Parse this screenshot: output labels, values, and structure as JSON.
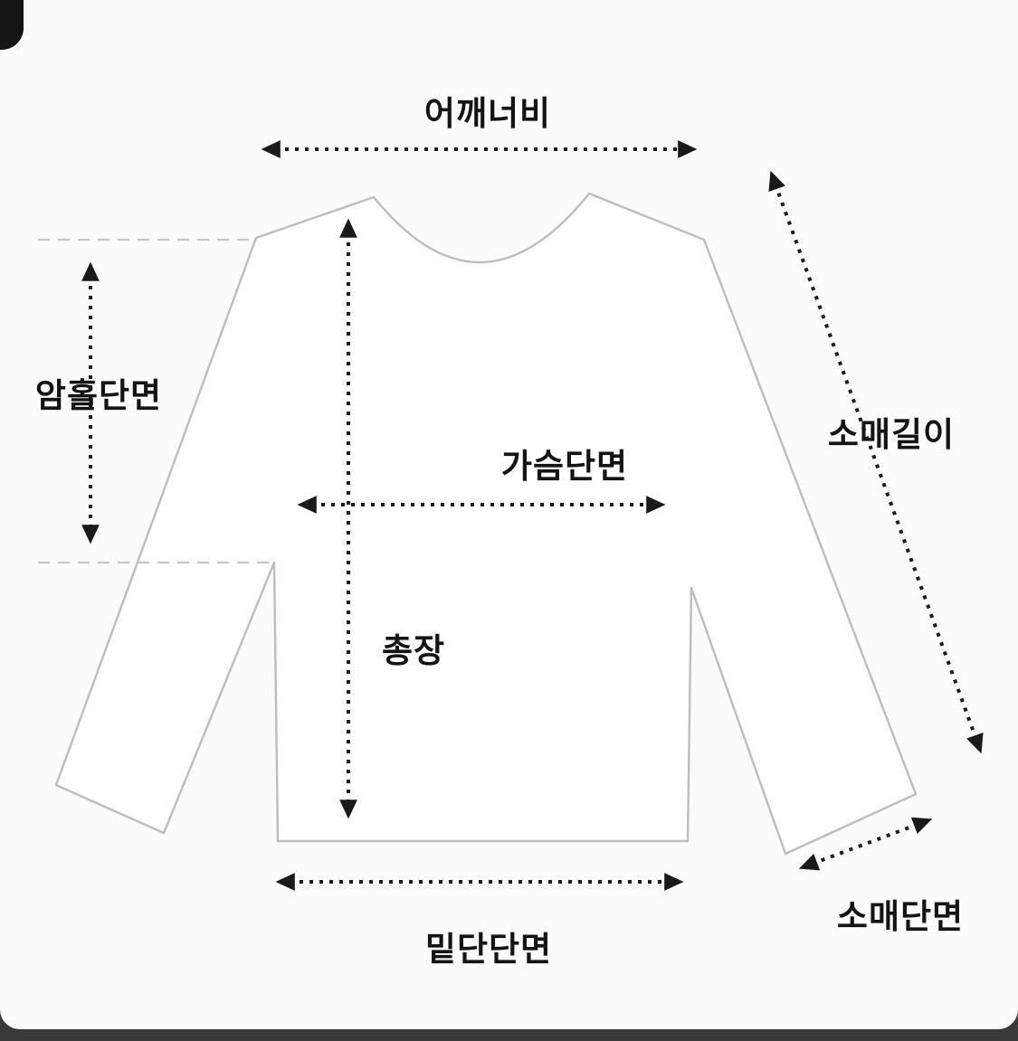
{
  "labels": {
    "shoulder_width": "어깨너비",
    "armhole": "암홀단면",
    "sleeve_length": "소매길이",
    "chest": "가슴단면",
    "total_length": "총장",
    "hem": "밑단단면",
    "sleeve_hem": "소매단면"
  },
  "colors": {
    "arrow": "#1a1a1a",
    "shirt_outline": "#bdbdbd",
    "background": "#fbfbfb",
    "frame": "#3a3a3a"
  }
}
